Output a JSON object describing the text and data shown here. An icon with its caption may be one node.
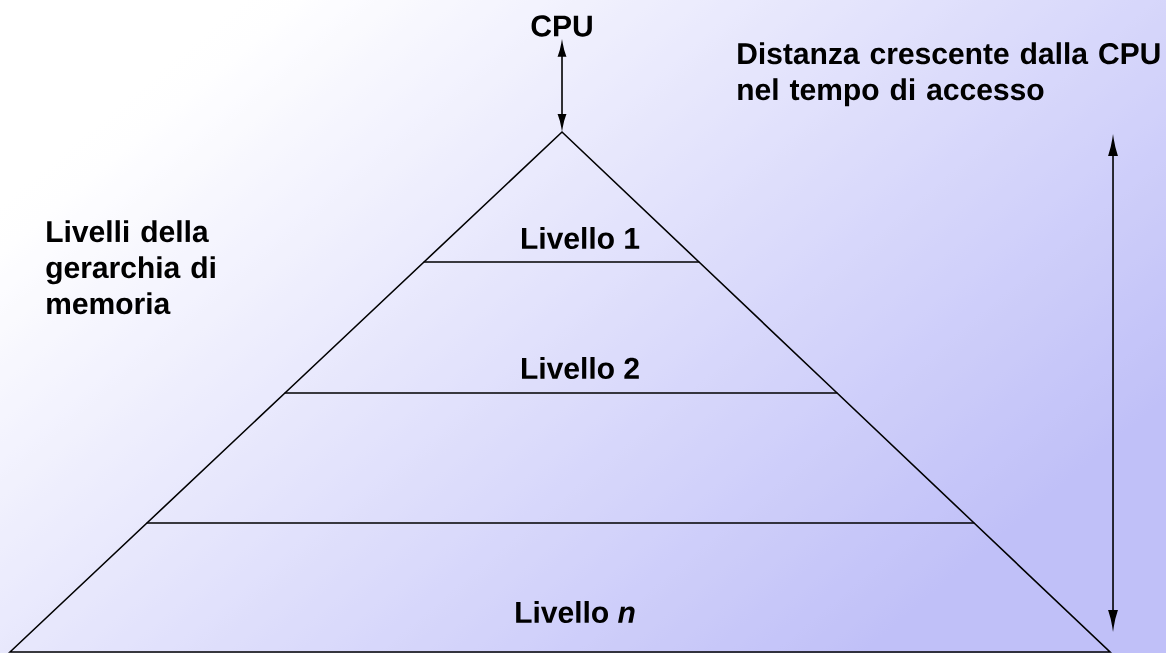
{
  "diagram": {
    "nodes": [
      {
        "text": [
          "CPU"
        ]
      },
      {
        "text": [
          "Livello 1"
        ]
      },
      {
        "text": [
          "Livello 2"
        ]
      },
      {
        "text": [],
        "shape": "trapezoid"
      },
      {
        "text": [
          "Livello *n*"
        ]
      }
    ],
    "edges": [
      {
        "from": 0,
        "to": 1,
        "arrow": "both"
      }
    ],
    "labels": [
      "Livelli della gerarchia di memoria",
      "Distanza crescente dalla CPU nel tempo di accesso"
    ]
  }
}
